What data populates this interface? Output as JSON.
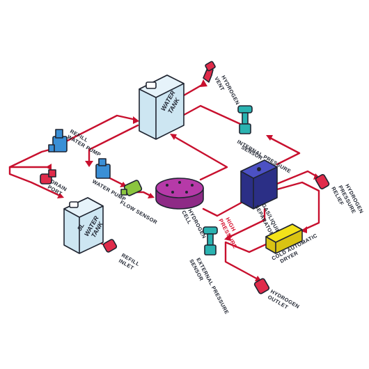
{
  "labels": {
    "hydrogen_vent": [
      "HYDROGEN",
      "VENT"
    ],
    "water_tank": [
      "WATER",
      "TANK"
    ],
    "internal_pressure_sensor": [
      "INTERNAL PRESSURE",
      "SENSOR"
    ],
    "refill_water_pump": [
      "REFILL",
      "WATER PUMP"
    ],
    "drain_port": [
      "DRAIN",
      "PORT"
    ],
    "water_pump": [
      "WATER PUMP"
    ],
    "flow_sensor": [
      "FLOW SENSOR"
    ],
    "hydrogen_cell": [
      "HYDROGEN",
      "CELL"
    ],
    "gas_liquid_separator": [
      "GAS/LIQUID",
      "SEPARATOR"
    ],
    "high_pressure": [
      "HIGH",
      "PRESSURE"
    ],
    "hydrogen_pressure_relief": [
      "HYDROGEN",
      "PRESSURE",
      "RELIEF"
    ],
    "tank_5l": [
      "5L",
      "WATER",
      "TANK"
    ],
    "refill_inlet": [
      "REFILL",
      "INLET"
    ],
    "external_pressure_sensor": [
      "EXTERNAL PRESSURE",
      "SENSOR"
    ],
    "cold_automatic_dryer": [
      "COLD AUTOMATIC",
      "DRYER"
    ],
    "hydrogen_outlet": [
      "HYDROGEN",
      "OUTLET"
    ]
  },
  "colors": {
    "pipe": "#c8102e",
    "tank": "#cde6f2",
    "pump": "#3a8fd6",
    "flow_sensor": "#8bc53f",
    "cell": "#b63aa8",
    "separator": "#3b3fa6",
    "dryer": "#f3e21a",
    "sensor": "#2bb3b1",
    "fitting": "#e02b4a",
    "outline": "#1f2430"
  }
}
